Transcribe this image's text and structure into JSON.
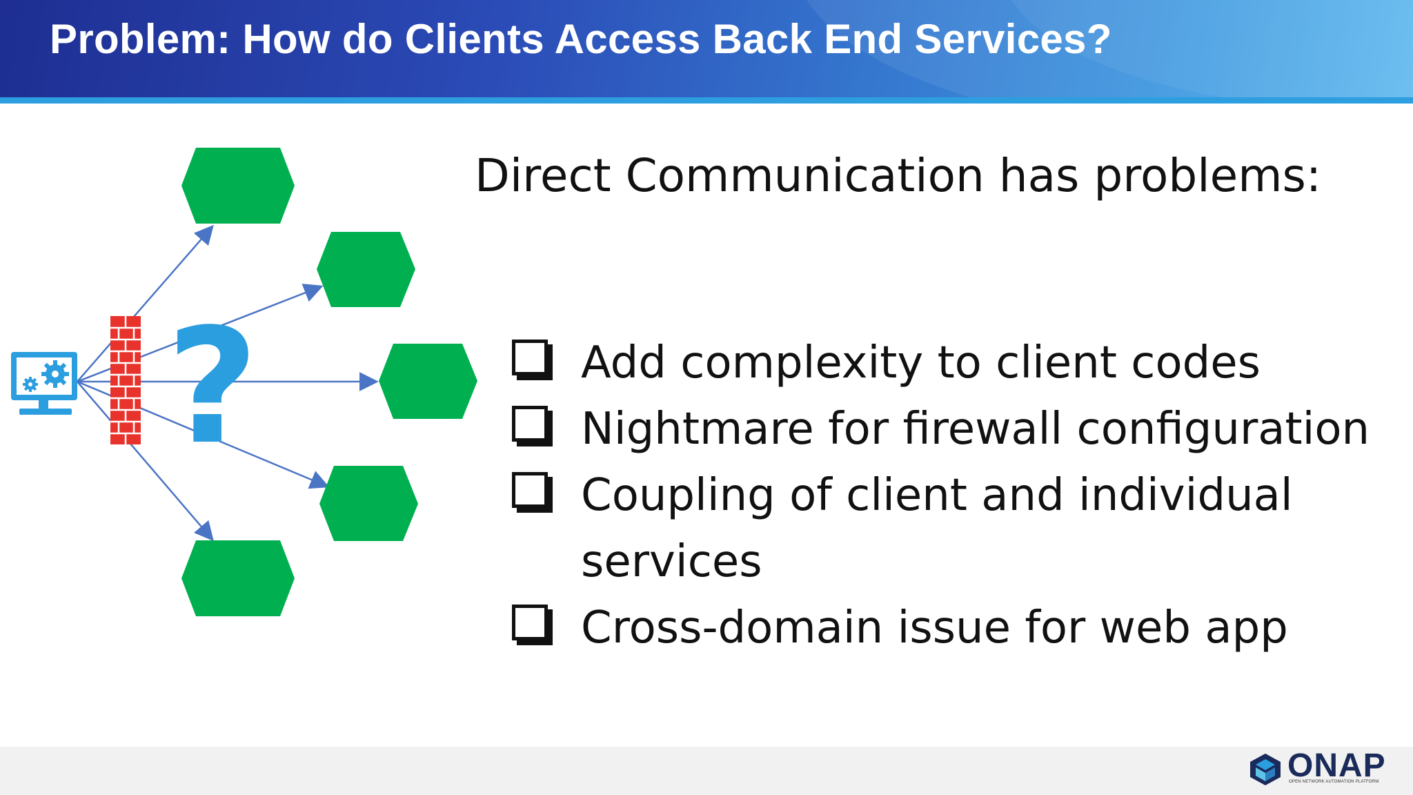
{
  "slide": {
    "title": "Problem: How do Clients Access Back End Services?",
    "subheading": "Direct Communication has problems:",
    "bullets": [
      "Add complexity to client codes",
      "Nightmare for firewall configuration",
      "Coupling of client and individual services",
      "Cross-domain issue for web app"
    ]
  },
  "diagram": {
    "question_mark": "?",
    "colors": {
      "service": "#00b050",
      "firewall": "#e8322c",
      "arrow": "#4a74c4",
      "client": "#2b9ee0",
      "question": "#2b9ee0"
    }
  },
  "logo": {
    "name": "ONAP",
    "tagline": "OPEN NETWORK AUTOMATION PLATFORM"
  },
  "colors": {
    "header_start": "#1e2e92",
    "header_end": "#58b6ee",
    "header_line": "#2d9ee0",
    "text": "#111111"
  }
}
